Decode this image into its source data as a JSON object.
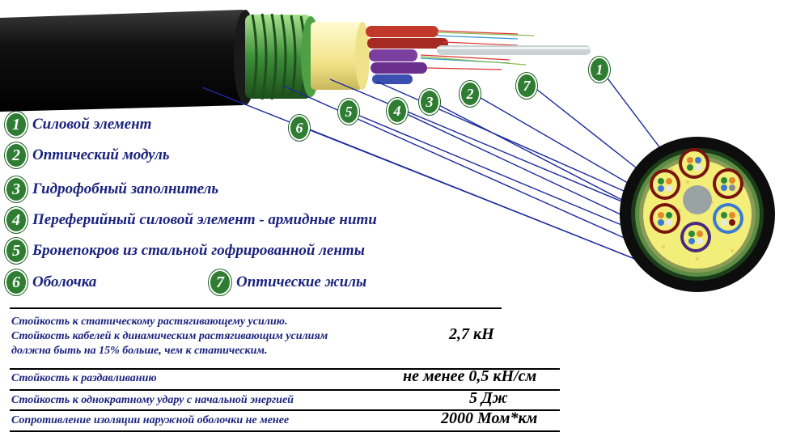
{
  "legend": [
    {
      "num": "1",
      "label": "Силовой элемент"
    },
    {
      "num": "2",
      "label": "Оптический модуль"
    },
    {
      "num": "3",
      "label": "Гидрофобный заполнитель"
    },
    {
      "num": "4",
      "label": "Переферийный силовой элемент - армидные нити"
    },
    {
      "num": "5",
      "label": "Бронепокров из стальной гофрированной ленты"
    },
    {
      "num": "6",
      "label": "Оболочка"
    },
    {
      "num": "7",
      "label": "Оптические жилы"
    }
  ],
  "callouts": [
    "1",
    "7",
    "2",
    "3",
    "4",
    "5",
    "6"
  ],
  "specs": {
    "tensile_line1": "Стойкость к статическому растягивающему усилию.",
    "tensile_line2": "Стойкость кабелей к динамическим растягивающим усилиям",
    "tensile_line3": "должна быть на 15% больше, чем к статическим.",
    "tensile_value": "2,7 кН",
    "crush_label": "Стойкость к раздавливанию",
    "crush_value": "не менее 0,5 кН/см",
    "impact_label": "Стойкость к однократному удару с начальной энергией",
    "impact_value": "5 Дж",
    "insulation_label": "Сопротивление изоляции наружной оболочки не менее",
    "insulation_value": "2000 Мом*км"
  },
  "colors": {
    "sheath": "#0b0b0b",
    "armor": "#3f8f3a",
    "filler": "#f3ee7a",
    "module": "#7a1410",
    "badge": "#2e7d32",
    "leader": "#1c2a9c",
    "text": "#1a237e"
  }
}
